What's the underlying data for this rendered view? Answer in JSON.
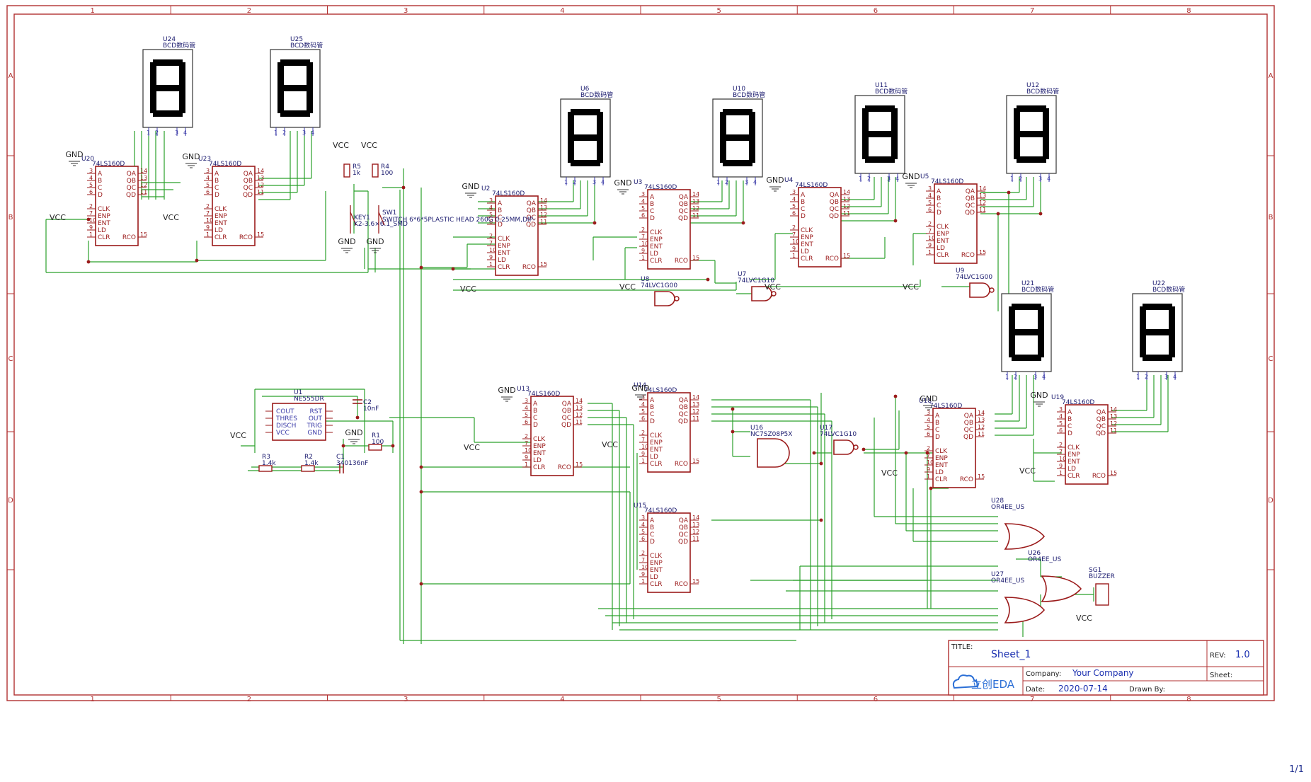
{
  "page": {
    "page_indicator": "1/1"
  },
  "frame": {
    "columns": [
      "1",
      "2",
      "3",
      "4",
      "5",
      "6",
      "7",
      "8"
    ],
    "rows": [
      "A",
      "B",
      "C",
      "D"
    ]
  },
  "title_block": {
    "title_label": "TITLE:",
    "title": "Sheet_1",
    "rev_label": "REV:",
    "rev": "1.0",
    "company_label": "Company:",
    "company": "Your Company",
    "sheet_label": "Sheet:",
    "date_label": "Date:",
    "date": "2020-07-14",
    "drawn_label": "Drawn By:",
    "logo": "立创EDA"
  },
  "colors": {
    "frame": "#b03030",
    "wire": "#2aa02a",
    "part": "#9b1b1b",
    "pin_text": "#3a3aa8",
    "label": "#1a1a6e"
  },
  "displays": [
    {
      "ref": "U24",
      "type": "BCD数码管"
    },
    {
      "ref": "U25",
      "type": "BCD数码管"
    },
    {
      "ref": "U6",
      "type": "BCD数码管"
    },
    {
      "ref": "U10",
      "type": "BCD数码管"
    },
    {
      "ref": "U11",
      "type": "BCD数码管"
    },
    {
      "ref": "U12",
      "type": "BCD数码管"
    },
    {
      "ref": "U21",
      "type": "BCD数码管"
    },
    {
      "ref": "U22",
      "type": "BCD数码管"
    }
  ],
  "display_pins": [
    "1",
    "2",
    "3",
    "4"
  ],
  "counters": [
    {
      "ref": "U20",
      "type": "74LS160D"
    },
    {
      "ref": "U23",
      "type": "74LS160D"
    },
    {
      "ref": "U2",
      "type": "74LS160D"
    },
    {
      "ref": "U3",
      "type": "74LS160D"
    },
    {
      "ref": "U4",
      "type": "74LS160D"
    },
    {
      "ref": "U5",
      "type": "74LS160D"
    },
    {
      "ref": "U13",
      "type": "74LS160D"
    },
    {
      "ref": "U14",
      "type": "74LS160D"
    },
    {
      "ref": "U15",
      "type": "74LS160D"
    },
    {
      "ref": "U18",
      "type": "74LS160D"
    },
    {
      "ref": "U19",
      "type": "74LS160D"
    }
  ],
  "counter_pins": {
    "left": [
      "A",
      "B",
      "C",
      "D",
      "CLK",
      "ENP",
      "ENT",
      "LD",
      "CLR"
    ],
    "left_nums": [
      "3",
      "4",
      "5",
      "6",
      "2",
      "7",
      "10",
      "9",
      "1"
    ],
    "right": [
      "QA",
      "QB",
      "QC",
      "QD",
      "RCO"
    ],
    "right_nums": [
      "14",
      "13",
      "12",
      "11",
      "15"
    ]
  },
  "gates": [
    {
      "ref": "U8",
      "type": "74LVC1G00"
    },
    {
      "ref": "U7",
      "type": "74LVC1G10"
    },
    {
      "ref": "U9",
      "type": "74LVC1G00"
    },
    {
      "ref": "U16",
      "type": "NC7SZ08P5X"
    },
    {
      "ref": "U17",
      "type": "74LVC1G10"
    },
    {
      "ref": "U28",
      "type": "OR4EE_US"
    },
    {
      "ref": "U26",
      "type": "OR4EE_US"
    },
    {
      "ref": "U27",
      "type": "OR4EE_US"
    }
  ],
  "timer": {
    "ref": "U1",
    "type": "NE555DR",
    "pins_left": [
      "COUT",
      "THRES",
      "DISCH",
      "VCC"
    ],
    "pins_right": [
      "RST",
      "OUT",
      "TRIG",
      "GND"
    ]
  },
  "passives": [
    {
      "ref": "R5",
      "value": "1k"
    },
    {
      "ref": "R4",
      "value": "100"
    },
    {
      "ref": "R1",
      "value": "100"
    },
    {
      "ref": "R3",
      "value": "1.4k"
    },
    {
      "ref": "R2",
      "value": "1.4k"
    },
    {
      "ref": "C2",
      "value": "10nF"
    },
    {
      "ref": "C1",
      "value": "340136nF"
    }
  ],
  "switches": [
    {
      "ref": "KEY1",
      "type": "K2-3.6×6.1_SMD"
    },
    {
      "ref": "SW1",
      "type": "SWITCH 6*6*5PLASTIC HEAD 260G 0.25MM,DIP-"
    }
  ],
  "buzzer": {
    "ref": "SG1",
    "type": "BUZZER"
  },
  "nets": {
    "vcc": "VCC",
    "gnd": "GND"
  }
}
